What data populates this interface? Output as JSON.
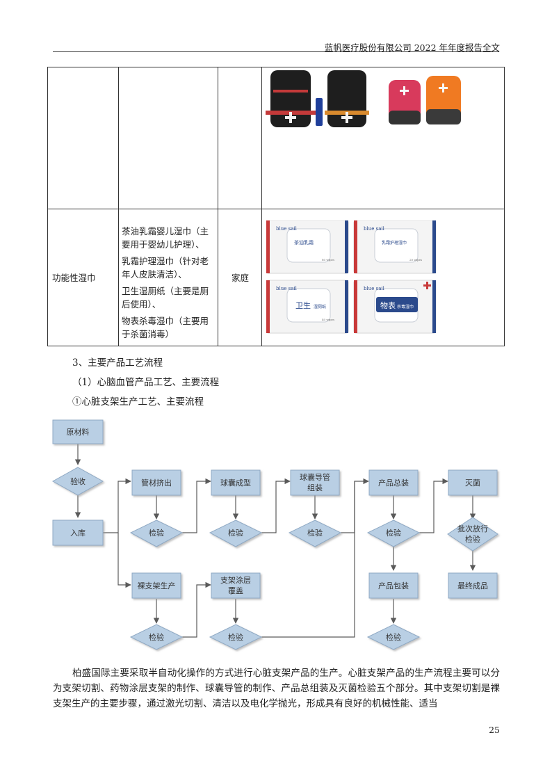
{
  "header": {
    "title": "蓝帆医疗股份有限公司 2022 年年度报告全文"
  },
  "table": {
    "row2": {
      "category": "功能性湿巾",
      "products": [
        "茶油乳霜婴儿湿巾（主",
        "要用于婴幼儿护理）、",
        "乳霜护理湿巾（针对老",
        "年人皮肤清洁）、",
        "卫生湿厕纸（主要是厕",
        "后使用）、",
        "物表杀毒湿巾（主要用",
        "于杀菌消毒）"
      ],
      "usage": "家庭"
    },
    "wipes": [
      {
        "brand": "blue sail",
        "label": "茶油乳霜",
        "count": "80 wipes"
      },
      {
        "brand": "blue sail",
        "label": "乳霜护理湿巾",
        "count": "20 wipes"
      },
      {
        "brand": "blue sail",
        "label": "卫生",
        "sub": "湿厕纸",
        "count": "40 wipes"
      },
      {
        "brand": "blue sail",
        "label": "物表",
        "sub": "杀毒湿巾",
        "count": "40 wipes"
      }
    ]
  },
  "sections": {
    "s3": "3、主要产品工艺流程",
    "s3_1": "（1）心脑血管产品工艺、主要流程",
    "s3_1_a": "①心脏支架生产工艺、主要流程"
  },
  "flowchart": {
    "raw_material": "原材料",
    "acceptance": "验收",
    "warehouse": "入库",
    "tube_extrusion": "管材挤出",
    "balloon_forming": "球囊成型",
    "balloon_catheter_1": "球囊导管",
    "balloon_catheter_2": "组装",
    "final_assembly": "产品总装",
    "sterilization": "灭菌",
    "batch_release_1": "批次放行",
    "batch_release_2": "检验",
    "final_product": "最终成品",
    "bare_stent": "裸支架生产",
    "coating_1": "支架涂层",
    "coating_2": "覆盖",
    "packaging": "产品包装",
    "inspection": "检验"
  },
  "body_text": "柏盛国际主要采取半自动化操作的方式进行心脏支架产品的生产。心脏支架产品的生产流程主要可以分为支架切割、药物涂层支架的制作、球囊导管的制作、产品总组装及灭菌检验五个部分。其中支架切割是裸支架生产的主要步骤，通过激光切割、清洁以及电化学抛光，形成具有良好的机械性能、适当",
  "page_number": "25",
  "colors": {
    "box_fill": "#b9cfe4",
    "box_stroke": "#8fa9c4",
    "arrow": "#5a5a5a"
  }
}
